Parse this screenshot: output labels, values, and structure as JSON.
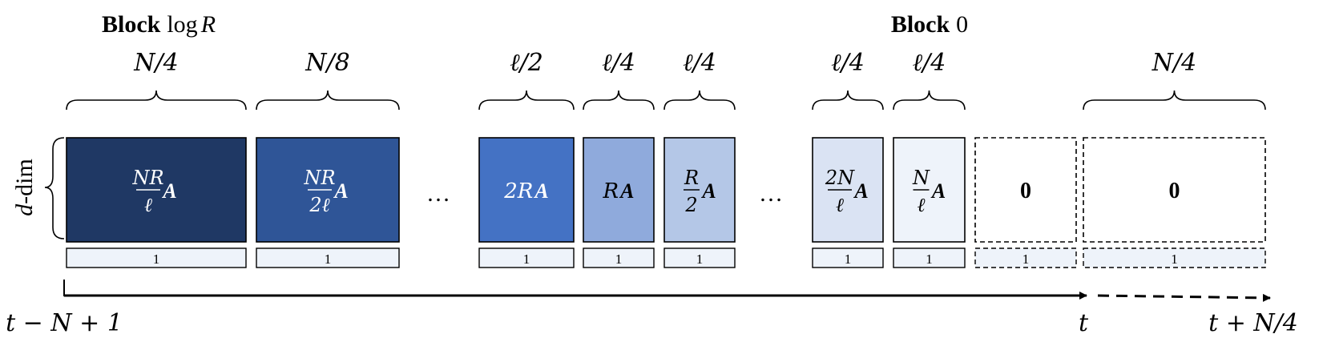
{
  "headers": {
    "left": {
      "bold": "Block",
      "rest": "log",
      "var": "R"
    },
    "right": {
      "bold": "Block",
      "rest": "0"
    }
  },
  "side_label": {
    "var": "d",
    "rest": "-dim"
  },
  "ellipsis": "…",
  "blocks": [
    {
      "id": "nr-over-l",
      "size": "N/4",
      "coef": {
        "num": "NR",
        "den": "ℓ"
      },
      "matrix": "A",
      "fill": "#1f3864",
      "text_color": "#ffffff",
      "count": "1",
      "dashed": false
    },
    {
      "id": "nr-over-2l",
      "size": "N/8",
      "coef": {
        "num": "NR",
        "den": "2ℓ"
      },
      "matrix": "A",
      "fill": "#2f5597",
      "text_color": "#ffffff",
      "count": "1",
      "dashed": false
    },
    {
      "id": "2r",
      "size": "ℓ/2",
      "coef": {
        "plain": "2R"
      },
      "matrix": "A",
      "fill": "#4472c4",
      "text_color": "#ffffff",
      "count": "1",
      "dashed": false
    },
    {
      "id": "r",
      "size": "ℓ/4",
      "coef": {
        "plain": "R"
      },
      "matrix": "A",
      "fill": "#8faadc",
      "text_color": "#000000",
      "count": "1",
      "dashed": false
    },
    {
      "id": "r-over-2",
      "size": "ℓ/4",
      "coef": {
        "num": "R",
        "den": "2"
      },
      "matrix": "A",
      "fill": "#b4c7e7",
      "text_color": "#000000",
      "count": "1",
      "dashed": false
    },
    {
      "id": "2n-over-l",
      "size": "ℓ/4",
      "coef": {
        "num": "2N",
        "den": "ℓ"
      },
      "matrix": "A",
      "fill": "#dae3f3",
      "text_color": "#000000",
      "count": "1",
      "dashed": false
    },
    {
      "id": "n-over-l",
      "size": "ℓ/4",
      "coef": {
        "num": "N",
        "den": "ℓ"
      },
      "matrix": "A",
      "fill": "#eef3fa",
      "text_color": "#000000",
      "count": "1",
      "dashed": false
    },
    {
      "id": "zero-a",
      "size": "",
      "coef": {
        "zero": "0"
      },
      "matrix": "",
      "fill": "#ffffff",
      "text_color": "#000000",
      "count": "1",
      "dashed": true
    },
    {
      "id": "zero-b",
      "size": "N/4",
      "coef": {
        "zero": "0"
      },
      "matrix": "",
      "fill": "#ffffff",
      "text_color": "#000000",
      "count": "1",
      "dashed": true
    }
  ],
  "count_fill": "#eef3fa",
  "axis": {
    "start": "t − N + 1",
    "mid": "t",
    "end": "t + N/4"
  }
}
